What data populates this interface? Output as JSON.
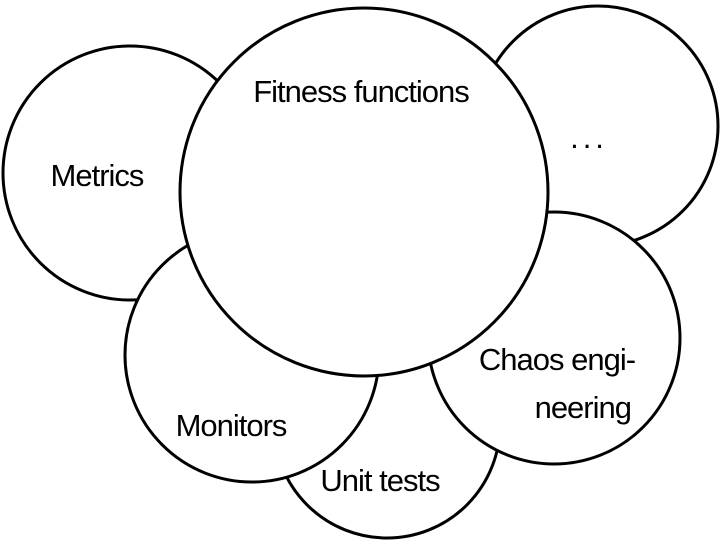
{
  "diagram": {
    "labels": {
      "metrics": "Metrics",
      "fitness_functions": "Fitness functions",
      "ellipsis": "...",
      "chaos_line1": "Chaos engi-",
      "chaos_line2": "neering",
      "monitors": "Monitors",
      "unit_tests": "Unit tests"
    },
    "colors": {
      "stroke": "#000000",
      "fill": "#ffffff",
      "text": "#000000"
    }
  }
}
